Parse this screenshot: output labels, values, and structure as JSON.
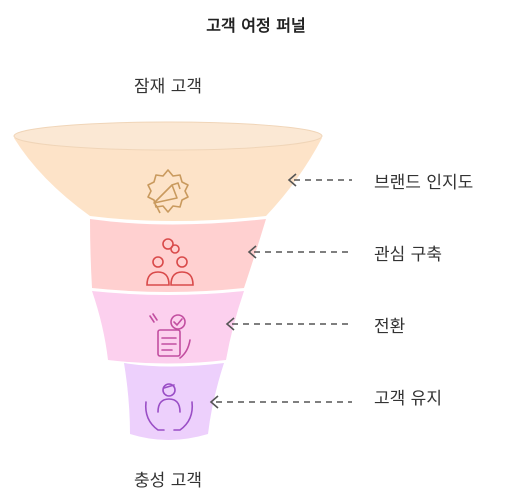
{
  "title": "고객 여정 퍼널",
  "top_label": "잠재 고객",
  "bottom_label": "충성 고객",
  "stages": [
    {
      "label": "브랜드 인지도",
      "icon": "megaphone-icon",
      "fill": "#fde3c8",
      "stroke": "#c99a5e"
    },
    {
      "label": "관심 구축",
      "icon": "people-icon",
      "fill": "#ffd0d0",
      "stroke": "#d94a4a"
    },
    {
      "label": "전환",
      "icon": "checklist-icon",
      "fill": "#fcd0ee",
      "stroke": "#c24ea0"
    },
    {
      "label": "고객 유지",
      "icon": "hands-person-icon",
      "fill": "#edd0fc",
      "stroke": "#9a4ec6"
    }
  ],
  "colors": {
    "rim": "#fbe7d2",
    "arrow": "#555555"
  }
}
